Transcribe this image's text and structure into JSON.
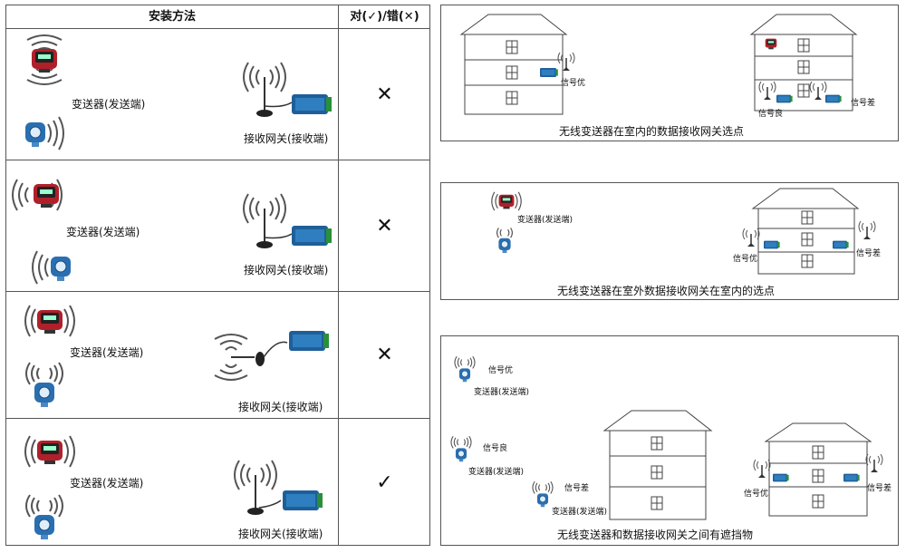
{
  "table": {
    "header_method": "安装方法",
    "header_judge": "对(✓)/错(✕)",
    "rows": [
      {
        "transmitter_label": "变送器(发送端)",
        "gateway_label": "接收网关(接收端)",
        "mark": "✕"
      },
      {
        "transmitter_label": "变送器(发送端)",
        "gateway_label": "接收网关(接收端)",
        "mark": "✕"
      },
      {
        "transmitter_label": "变送器(发送端)",
        "gateway_label": "接收网关(接收端)",
        "mark": "✕"
      },
      {
        "transmitter_label": "变送器(发送端)",
        "gateway_label": "接收网关(接收端)",
        "mark": "✓"
      }
    ]
  },
  "panels": [
    {
      "caption": "无线变送器在室内的数据接收网关选点",
      "labels": {
        "good": "信号优",
        "fair": "信号良",
        "poor": "信号差"
      }
    },
    {
      "caption": "无线变送器在室外数据接收网关在室内的选点",
      "labels": {
        "transmitter": "变送器(发送端)",
        "good": "信号优",
        "poor": "信号差"
      }
    },
    {
      "caption": "无线变送器和数据接收网关之间有遮挡物",
      "labels": {
        "t1_signal": "信号优",
        "t1_label": "变送器(发送端)",
        "t2_signal": "信号良",
        "t2_label": "变送器(发送端)",
        "t3_signal": "信号差",
        "t3_label": "变送器(发送端)",
        "g_good": "信号优",
        "g_poor": "信号差"
      }
    }
  ],
  "colors": {
    "device_blue": "#2a6fb0",
    "device_red": "#b0202a",
    "line": "#555555"
  }
}
